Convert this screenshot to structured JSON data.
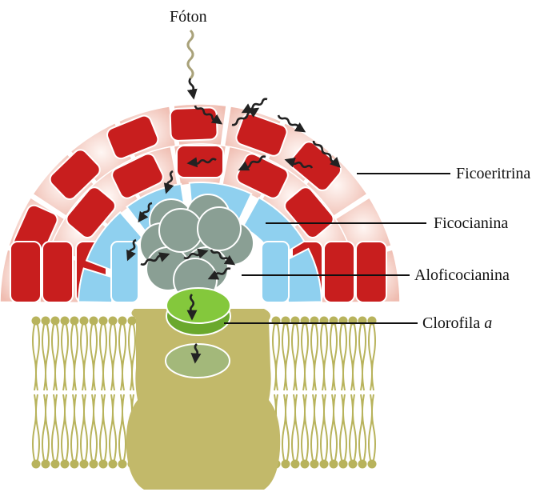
{
  "labels": {
    "photon": "Fóton",
    "phycoerythrin": "Ficoeritrina",
    "phycocyanin": "Ficocianina",
    "allophycocyanin": "Aloficocianina",
    "chlorophyll": "Clorofila",
    "chlorophyll_suffix": "a"
  },
  "colors": {
    "phycoerythrin_dark": "#c81e1e",
    "phycoerythrin_light": "#f3c4b9",
    "phycocyanin": "#8fd0ef",
    "allophycocyanin": "#8a9f94",
    "chlorophyll_bright": "#7fc23a",
    "chlorophyll_pale": "#a3b87a",
    "membrane": "#c2b96a",
    "lipid_head": "#b8b35c"
  },
  "icons": [
    "wavy-photon-arrow-icon"
  ]
}
